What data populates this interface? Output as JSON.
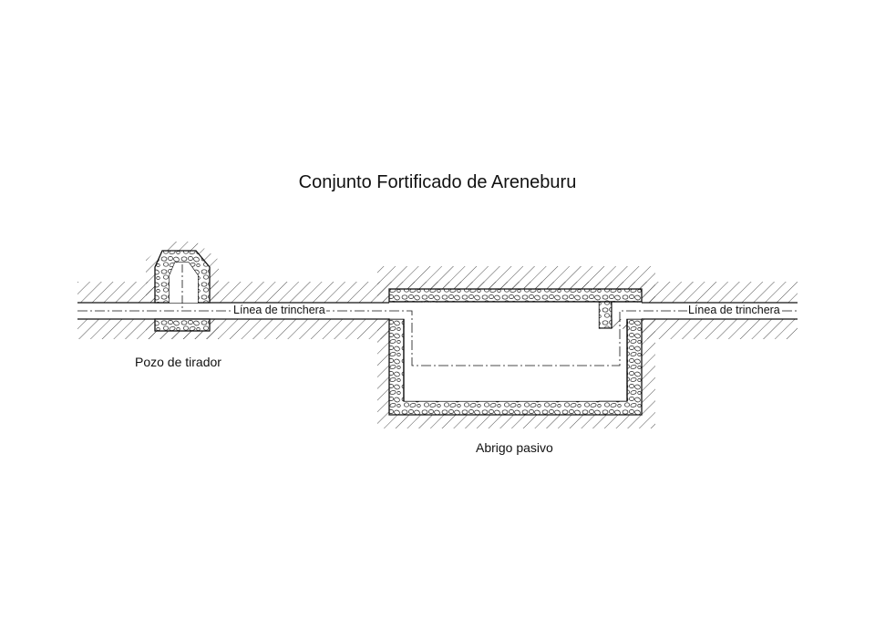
{
  "title": "Conjunto Fortificado de Areneburu",
  "labels": {
    "trench_left": "Línea de trinchera",
    "trench_right": "Línea de trinchera",
    "pozo": "Pozo de tirador",
    "abrigo": "Abrigo pasivo"
  },
  "colors": {
    "ink": "#111111",
    "background": "#ffffff"
  }
}
